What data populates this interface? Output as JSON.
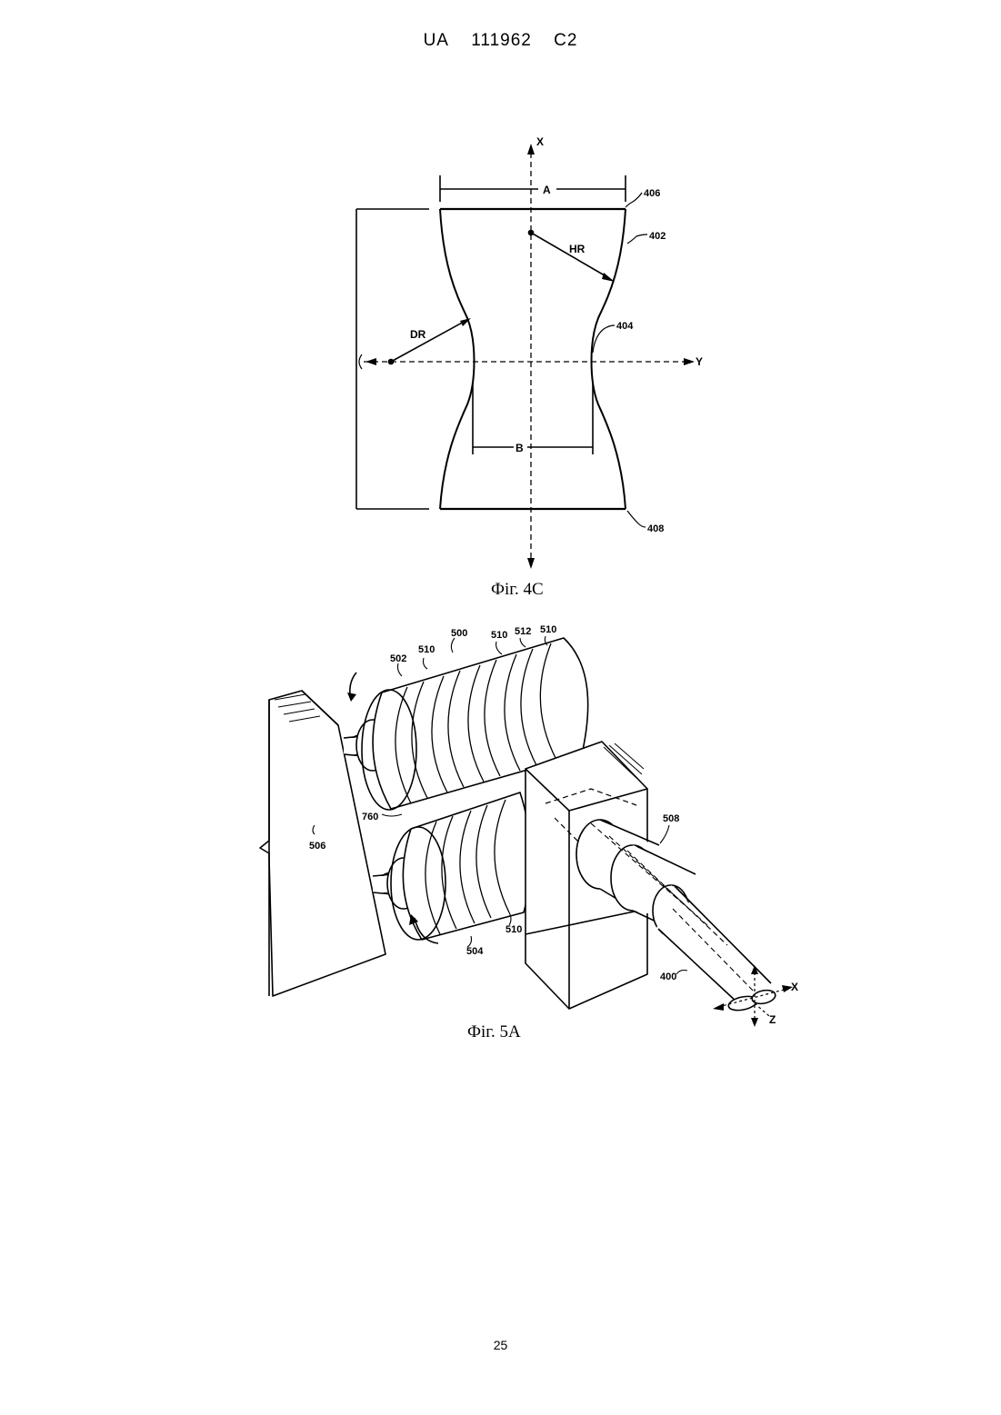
{
  "header": {
    "country": "UA",
    "number": "111962",
    "kind": "C2"
  },
  "figure_4c": {
    "caption": "Фіг. 4C",
    "labels": {
      "axis_x": "X",
      "axis_y": "Y",
      "dim_a": "A",
      "dim_b": "B",
      "hr": "HR",
      "dr": "DR",
      "ref_406": "406",
      "ref_402": "402",
      "ref_404": "404",
      "ref_408": "408"
    }
  },
  "figure_5a": {
    "caption": "Фіг. 5A",
    "labels": {
      "ref_500": "500",
      "ref_502": "502",
      "ref_510a": "510",
      "ref_510b": "510",
      "ref_512": "512",
      "ref_510c": "510",
      "ref_760": "760",
      "ref_506": "506",
      "ref_508": "508",
      "ref_504": "504",
      "ref_510d": "510",
      "ref_400": "400",
      "axis_x": "X",
      "axis_z": "Z"
    }
  },
  "page_number": "25"
}
